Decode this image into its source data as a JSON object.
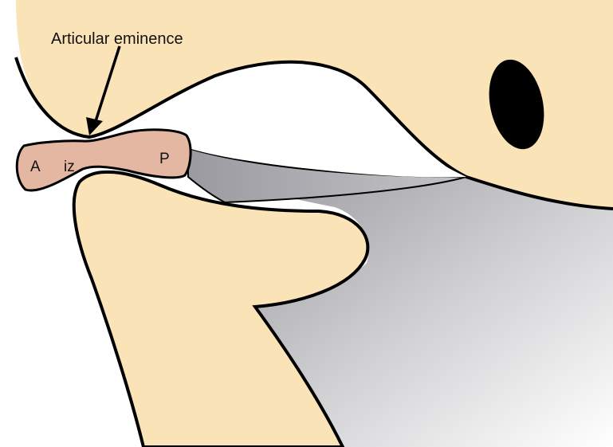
{
  "labels": {
    "articular_eminence": "Articular eminence",
    "disc_anterior": "A",
    "disc_intermediate_zone": "iz",
    "disc_posterior": "P"
  },
  "colors": {
    "bone": "#fbe3b8",
    "disc": "#e3b7a1",
    "retrodiscal_gray": "#9a9aa0",
    "background": "#ffffff",
    "outline": "#000000",
    "foramen": "#000000"
  }
}
